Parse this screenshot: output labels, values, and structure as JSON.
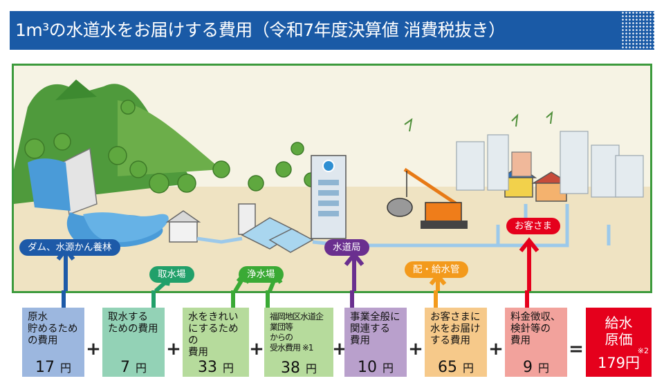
{
  "header": {
    "title": "1m³の水道水をお届けする費用（令和7年度決算値 消費税抜き）"
  },
  "labels": {
    "dam": "ダム、水源かん養林",
    "intake": "取水場",
    "purification": "浄水場",
    "waterworks": "水道局",
    "distribution": "配・給水管",
    "customer": "お客さま"
  },
  "costs": [
    {
      "text": "原水\n貯めるための費用",
      "amount": "17",
      "unit": "円"
    },
    {
      "text": "取水する\nための費用",
      "amount": "7",
      "unit": "円"
    },
    {
      "text": "水をきれい\nにするための\n費用",
      "amount": "33",
      "unit": "円"
    },
    {
      "text": "福岡地区水道企業団等\nからの\n受水費用 ※1",
      "amount": "38",
      "unit": "円"
    },
    {
      "text": "事業全般に\n関連する\n費用",
      "amount": "10",
      "unit": "円"
    },
    {
      "text": "お客さまに\n水をお届け\nする費用",
      "amount": "65",
      "unit": "円"
    },
    {
      "text": "料金徴収、\n検針等の\n費用",
      "amount": "9",
      "unit": "円"
    }
  ],
  "operators": {
    "plus": "+",
    "equals": "="
  },
  "total": {
    "label": "給水\n原価",
    "note": "※2",
    "amount": "179円"
  },
  "colors": {
    "header": "#1a5aa6",
    "dam": "#1d5aa8",
    "intake": "#21a06a",
    "purification": "#3aaa35",
    "waterworks": "#6a2f8f",
    "distribution": "#f39a1c",
    "customer": "#e5001c",
    "total": "#e5001c"
  }
}
